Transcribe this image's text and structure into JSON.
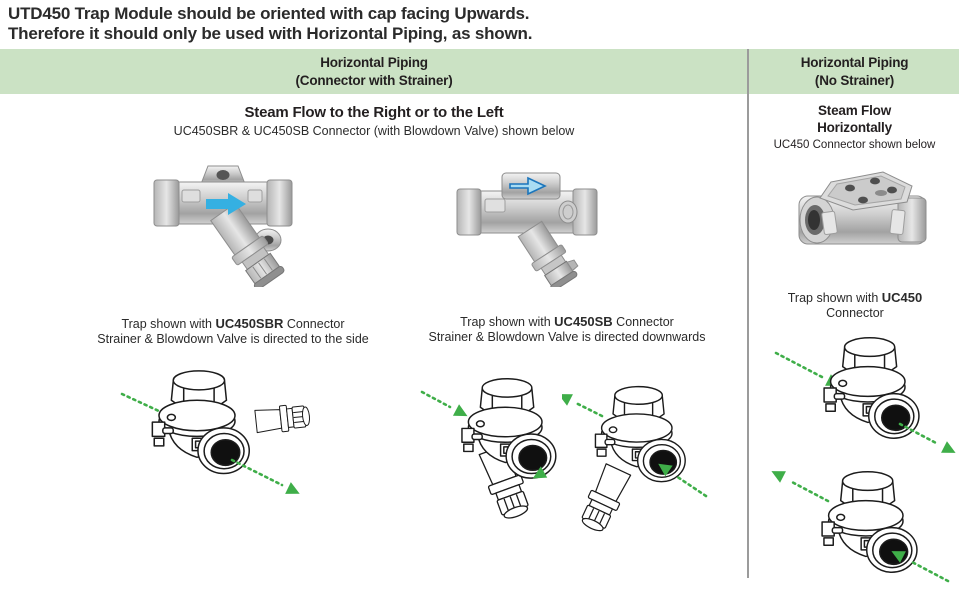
{
  "note": {
    "line1": "UTD450 Trap Module should be oriented with cap facing Upwards.",
    "line2": "Therefore it should only be used with Horizontal Piping, as shown."
  },
  "header": {
    "left": {
      "line1": "Horizontal Piping",
      "line2": "(Connector with Strainer)"
    },
    "right": {
      "line1": "Horizontal Piping",
      "line2": "(No Strainer)"
    }
  },
  "left": {
    "title": "Steam Flow to the Right or to the Left",
    "subtitle": "UC450SBR & UC450SB Connector (with Blowdown Valve) shown below",
    "captions": [
      {
        "prefix": "Trap shown with ",
        "model": "UC450SBR",
        "suffix": " Connector",
        "line2": "Strainer & Blowdown Valve is directed to the side"
      },
      {
        "prefix": "Trap shown with ",
        "model": "UC450SB",
        "suffix": " Connector",
        "line2": "Strainer & Blowdown Valve is directed downwards"
      }
    ]
  },
  "right": {
    "title_line1": "Steam Flow",
    "title_line2": "Horizontally",
    "subtitle": "UC450 Connector shown below",
    "caption": {
      "prefix": "Trap shown with ",
      "model": "UC450",
      "line2": "Connector"
    }
  },
  "icons": {
    "blue_flow_arrow": "right-arrow",
    "green_flow_arrow": "dotted-flow-arrow"
  },
  "colors": {
    "header_bg": "#cbe2c4",
    "text": "#231f20",
    "divider": "#9b9b9b",
    "flow_arrow_blue": "#35b0e2",
    "flow_arrow_blue_outline": "#1b75bc",
    "flow_arrow_green": "#3fae49"
  }
}
